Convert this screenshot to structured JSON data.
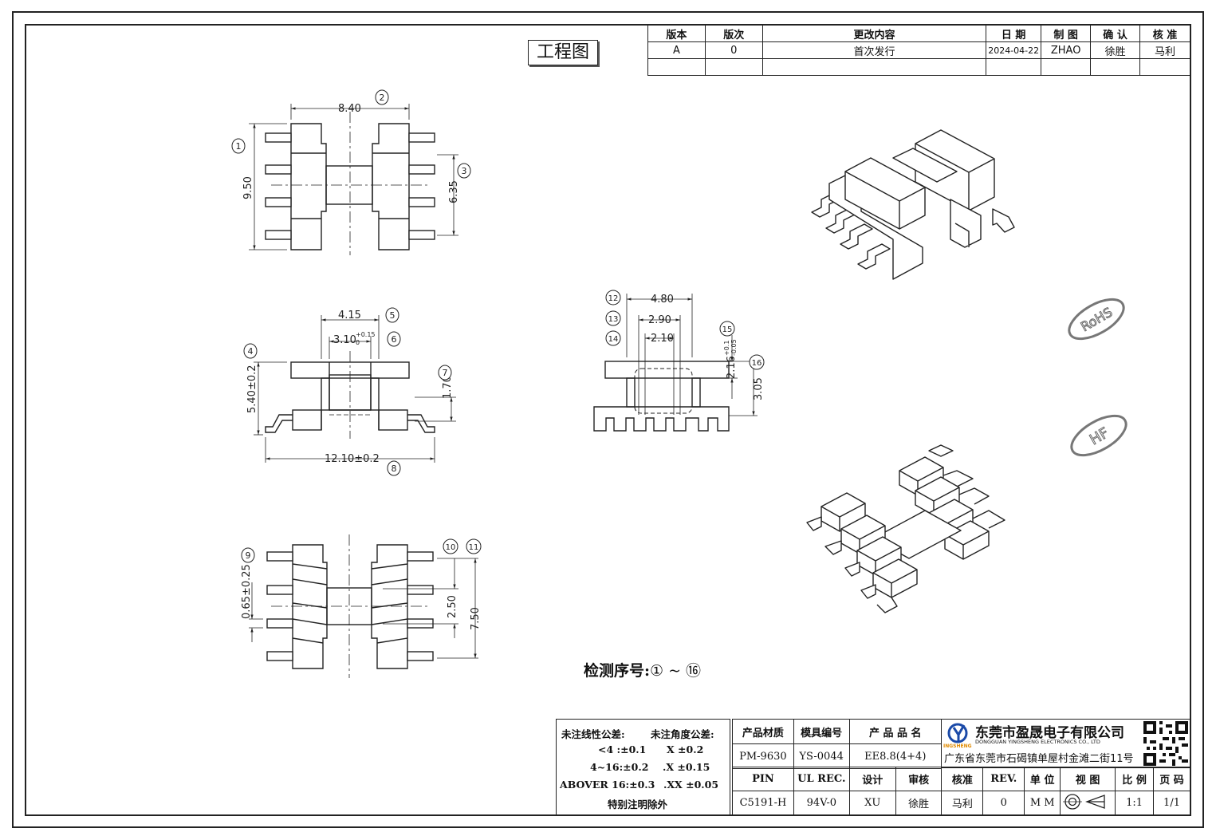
{
  "title": "工程图",
  "revision_table": {
    "headers": [
      "版本",
      "版次",
      "更改内容",
      "日 期",
      "制 图",
      "确 认",
      "核 准"
    ],
    "rows": [
      [
        "A",
        "0",
        "首次发行",
        "2024-04-22",
        "ZHAO",
        "徐胜",
        "马利"
      ]
    ]
  },
  "dimensions": {
    "d1": "9.50",
    "d2": "8.40",
    "d3": "6.35",
    "d4": "5.40±0.2",
    "d5": "4.15",
    "d6": "3.10",
    "d6_tol_upper": "+0.15",
    "d6_tol_lower": "0",
    "d7": "1.70",
    "d8": "12.10±0.2",
    "d9": "0.65±0.25",
    "d10": "2.50",
    "d11": "7.50",
    "d12": "4.80",
    "d13": "2.90",
    "d14": "2.10",
    "d15": "2.16",
    "d15_tol_upper": "+0.1",
    "d15_tol_lower": "-0.05",
    "d16": "3.05"
  },
  "callouts": [
    "1",
    "2",
    "3",
    "4",
    "5",
    "6",
    "7",
    "8",
    "9",
    "10",
    "11",
    "12",
    "13",
    "14",
    "15",
    "16"
  ],
  "stamps": {
    "rohs": "RoHS",
    "hf": "HF"
  },
  "inspection": {
    "label": "检测序号:",
    "range": "① ~ ⑯"
  },
  "tolerance": {
    "linear_label": "未注线性公差:",
    "angle_label": "未注角度公差:",
    "rows": [
      {
        "range": "<4 :±0.1",
        "angle": "X ±0.2"
      },
      {
        "range": "4~16:±0.2",
        "angle": ".X ±0.15"
      },
      {
        "range": "ABOVER 16:±0.3",
        "angle": ".XX ±0.05"
      }
    ],
    "note": "特别注明除外"
  },
  "title_block": {
    "headers1": [
      "产品材质",
      "模具编号",
      "产 品 品 名"
    ],
    "values1": [
      "PM-9630",
      "YS-0044",
      "EE8.8(4+4)"
    ],
    "headers2": [
      "PIN",
      "UL REC.",
      "设计",
      "审核",
      "核准",
      "REV.",
      "单 位",
      "视 图",
      "比 例",
      "页 码"
    ],
    "values2": [
      "C5191-H",
      "94V-0",
      "XU",
      "徐胜",
      "马利",
      "0",
      "M M",
      "",
      "1:1",
      "1/1"
    ]
  },
  "company": {
    "name": "东莞市盈晟电子有限公司",
    "name_en": "DONGGUAN YINGSHENG ELECTRONICS CO., LTD",
    "address": "广东省东莞市石碣镇单屋村金滩二街11号",
    "logo_text": "INGSHENG"
  }
}
